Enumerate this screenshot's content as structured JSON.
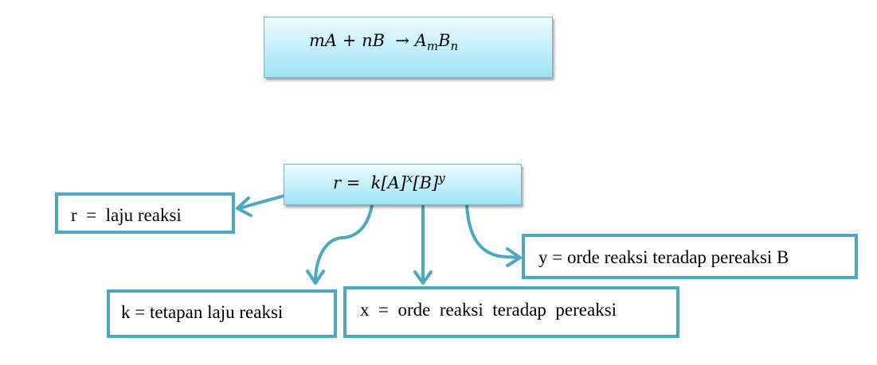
{
  "reaction": {
    "lhs_coef_a": "m",
    "lhs_species_a": "A",
    "plus": "+",
    "lhs_coef_b": "n",
    "lhs_species_b": "B",
    "arrow": "→",
    "product_a": "A",
    "product_a_sub": "m",
    "product_b": "B",
    "product_b_sub": "n"
  },
  "rate_law": {
    "lhs": "r",
    "equals": "=",
    "k": "k",
    "conc_a": "[A]",
    "exp_x": "x",
    "conc_b": "[B]",
    "exp_y": "y"
  },
  "labels": {
    "r": "r  =  laju reaksi",
    "k": "k = tetapan laju reaksi",
    "x": "x  =  orde  reaksi  teradap  pereaksi",
    "y": "y = orde reaksi teradap pereaksi B"
  },
  "colors": {
    "accent": "#4aa8c2",
    "box_gradient_top": "#eefbff",
    "box_gradient_bottom": "#9fe2f6"
  }
}
